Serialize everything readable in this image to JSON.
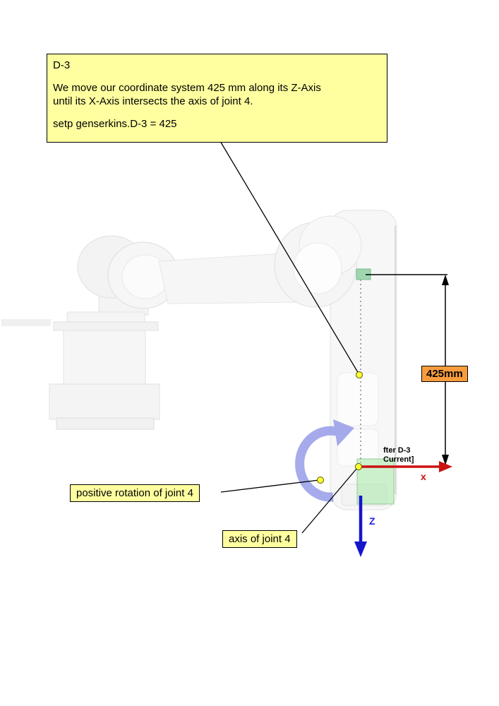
{
  "callout": {
    "title": "D-3",
    "body_line1": "We move our coordinate system  425 mm along its Z-Axis",
    "body_line2": "until its X-Axis intersects the axis of joint 4.",
    "command": "setp genserkins.D-3 = 425"
  },
  "annotations": {
    "dimension_label": "425mm",
    "rotation_label": "positive rotation of joint 4",
    "axis_label": "axis of joint 4",
    "frame_label_line1": "fter D-3",
    "frame_label_line2": "Current]"
  },
  "axes": {
    "x_label": "x",
    "z_label": "Z"
  },
  "colors": {
    "callout_bg": "#ffffa0",
    "dimension_bg": "#f89c3e",
    "x_axis": "#cc1111",
    "z_axis": "#1515cc",
    "rotation_arrow": "#9096e6",
    "marker": "#ffff33",
    "frame_highlight_green": "#96e696"
  }
}
